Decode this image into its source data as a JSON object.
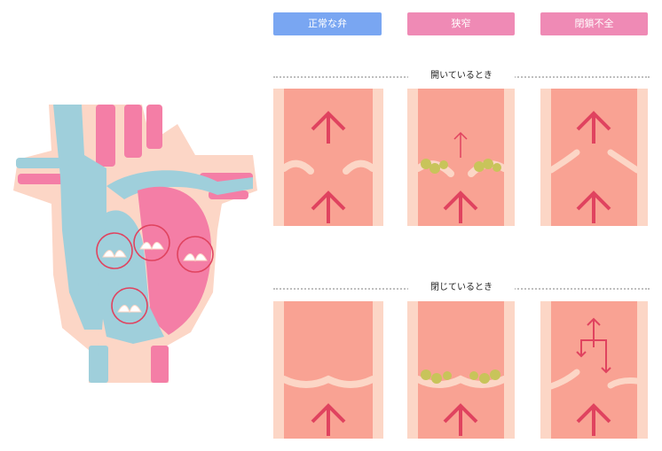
{
  "columns": {
    "normal": "正常な弁",
    "stenosis": "狭窄",
    "regurgitation": "閉鎖不全"
  },
  "rows": {
    "open": "開いているとき",
    "closed": "閉じているとき"
  },
  "colors": {
    "normal_tab": "#79a6f2",
    "abnormal_tab": "#ef8ab5",
    "vessel_blue": "#9fcfdb",
    "artery_pink": "#f47ea6",
    "outline_peach": "#fbd3c2",
    "flow_red": "#e0435f",
    "plaque_olive": "#c8c45a"
  }
}
